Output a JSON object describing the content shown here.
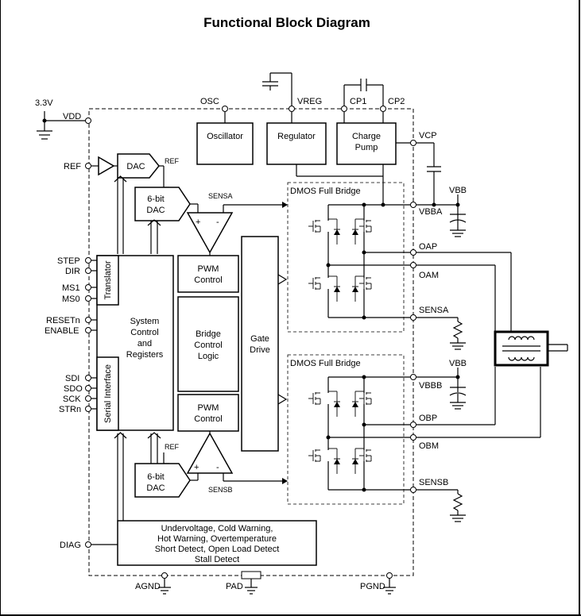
{
  "title": "Functional Block Diagram",
  "supply": {
    "v33": "3.3V"
  },
  "pins_left": {
    "vdd": "VDD",
    "ref": "REF",
    "step": "STEP",
    "dir": "DIR",
    "ms1": "MS1",
    "ms0": "MS0",
    "resetn": "RESETn",
    "enable": "ENABLE",
    "sdi": "SDI",
    "sdo": "SDO",
    "sck": "SCK",
    "strn": "STRn",
    "diag": "DIAG"
  },
  "pins_top": {
    "osc": "OSC",
    "vreg": "VREG",
    "cp1": "CP1",
    "cp2": "CP2"
  },
  "pins_right": {
    "vcp": "VCP",
    "vbb_a": "VBB",
    "vbba": "VBBA",
    "oap": "OAP",
    "oam": "OAM",
    "sensa": "SENSA",
    "vbb_b": "VBB",
    "vbbb": "VBBB",
    "obp": "OBP",
    "obm": "OBM",
    "sensb": "SENSB"
  },
  "pins_bottom": {
    "agnd": "AGND",
    "pad": "PAD",
    "pgnd": "PGND"
  },
  "blocks": {
    "oscillator": "Oscillator",
    "regulator": "Regulator",
    "charge_pump_l1": "Charge",
    "charge_pump_l2": "Pump",
    "dac_ref": "DAC",
    "ref_label_top": "REF",
    "dac6_a_l1": "6-bit",
    "dac6_a_l2": "DAC",
    "sensa_internal": "SENSA",
    "translator": "Translator",
    "serial_interface": "Serial Interface",
    "system_l1": "System",
    "system_l2": "Control",
    "system_l3": "and",
    "system_l4": "Registers",
    "pwm_a_l1": "PWM",
    "pwm_a_l2": "Control",
    "bridge_l1": "Bridge",
    "bridge_l2": "Control",
    "bridge_l3": "Logic",
    "pwm_b_l1": "PWM",
    "pwm_b_l2": "Control",
    "gate_l1": "Gate",
    "gate_l2": "Drive",
    "dmos_a": "DMOS Full Bridge",
    "dmos_b": "DMOS Full Bridge",
    "ref_label_bottom": "REF",
    "dac6_b_l1": "6-bit",
    "dac6_b_l2": "DAC",
    "sensb_internal": "SENSB",
    "comp_plus": "+",
    "comp_minus": "-",
    "diag_l1": "Undervoltage, Cold Warning,",
    "diag_l2": "Hot Warning, Overtemperature",
    "diag_l3": "Short Detect, Open Load Detect",
    "diag_l4": "Stall Detect"
  }
}
